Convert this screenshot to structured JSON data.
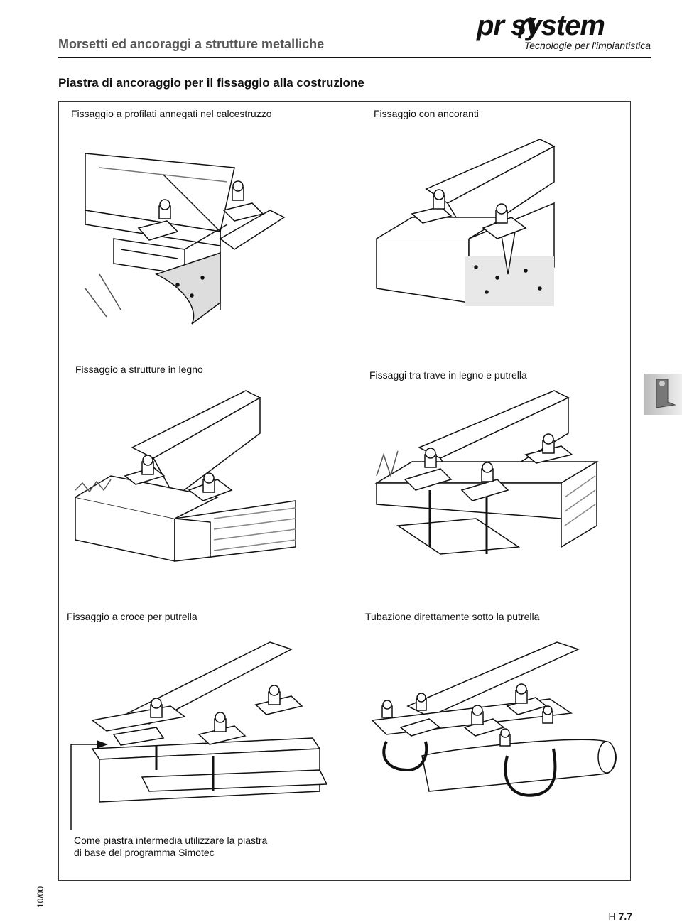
{
  "header": {
    "section_title": "Morsetti ed ancoraggi a strutture metalliche",
    "logo_text": "pr  system",
    "logo_subtitle": "Tecnologie per l'impiantistica"
  },
  "page_title": "Piastra di ancoraggio per il fissaggio alla costruzione",
  "figures": [
    {
      "caption": "Fissaggio a profilati annegati nel calcestruzzo"
    },
    {
      "caption": "Fissaggio con ancoranti"
    },
    {
      "caption": "Fissaggio a strutture in legno"
    },
    {
      "caption": "Fissaggi tra trave in legno e putrella"
    },
    {
      "caption": "Fissaggio a croce per putrella"
    },
    {
      "caption": "Tubazione direttamente sotto la putrella"
    }
  ],
  "note": {
    "line1": "Come piastra intermedia utilizzare la piastra",
    "line2": "di base del programma Simotec"
  },
  "footer": {
    "date": "10/00",
    "page_prefix": "H ",
    "page_number": "7.7"
  }
}
